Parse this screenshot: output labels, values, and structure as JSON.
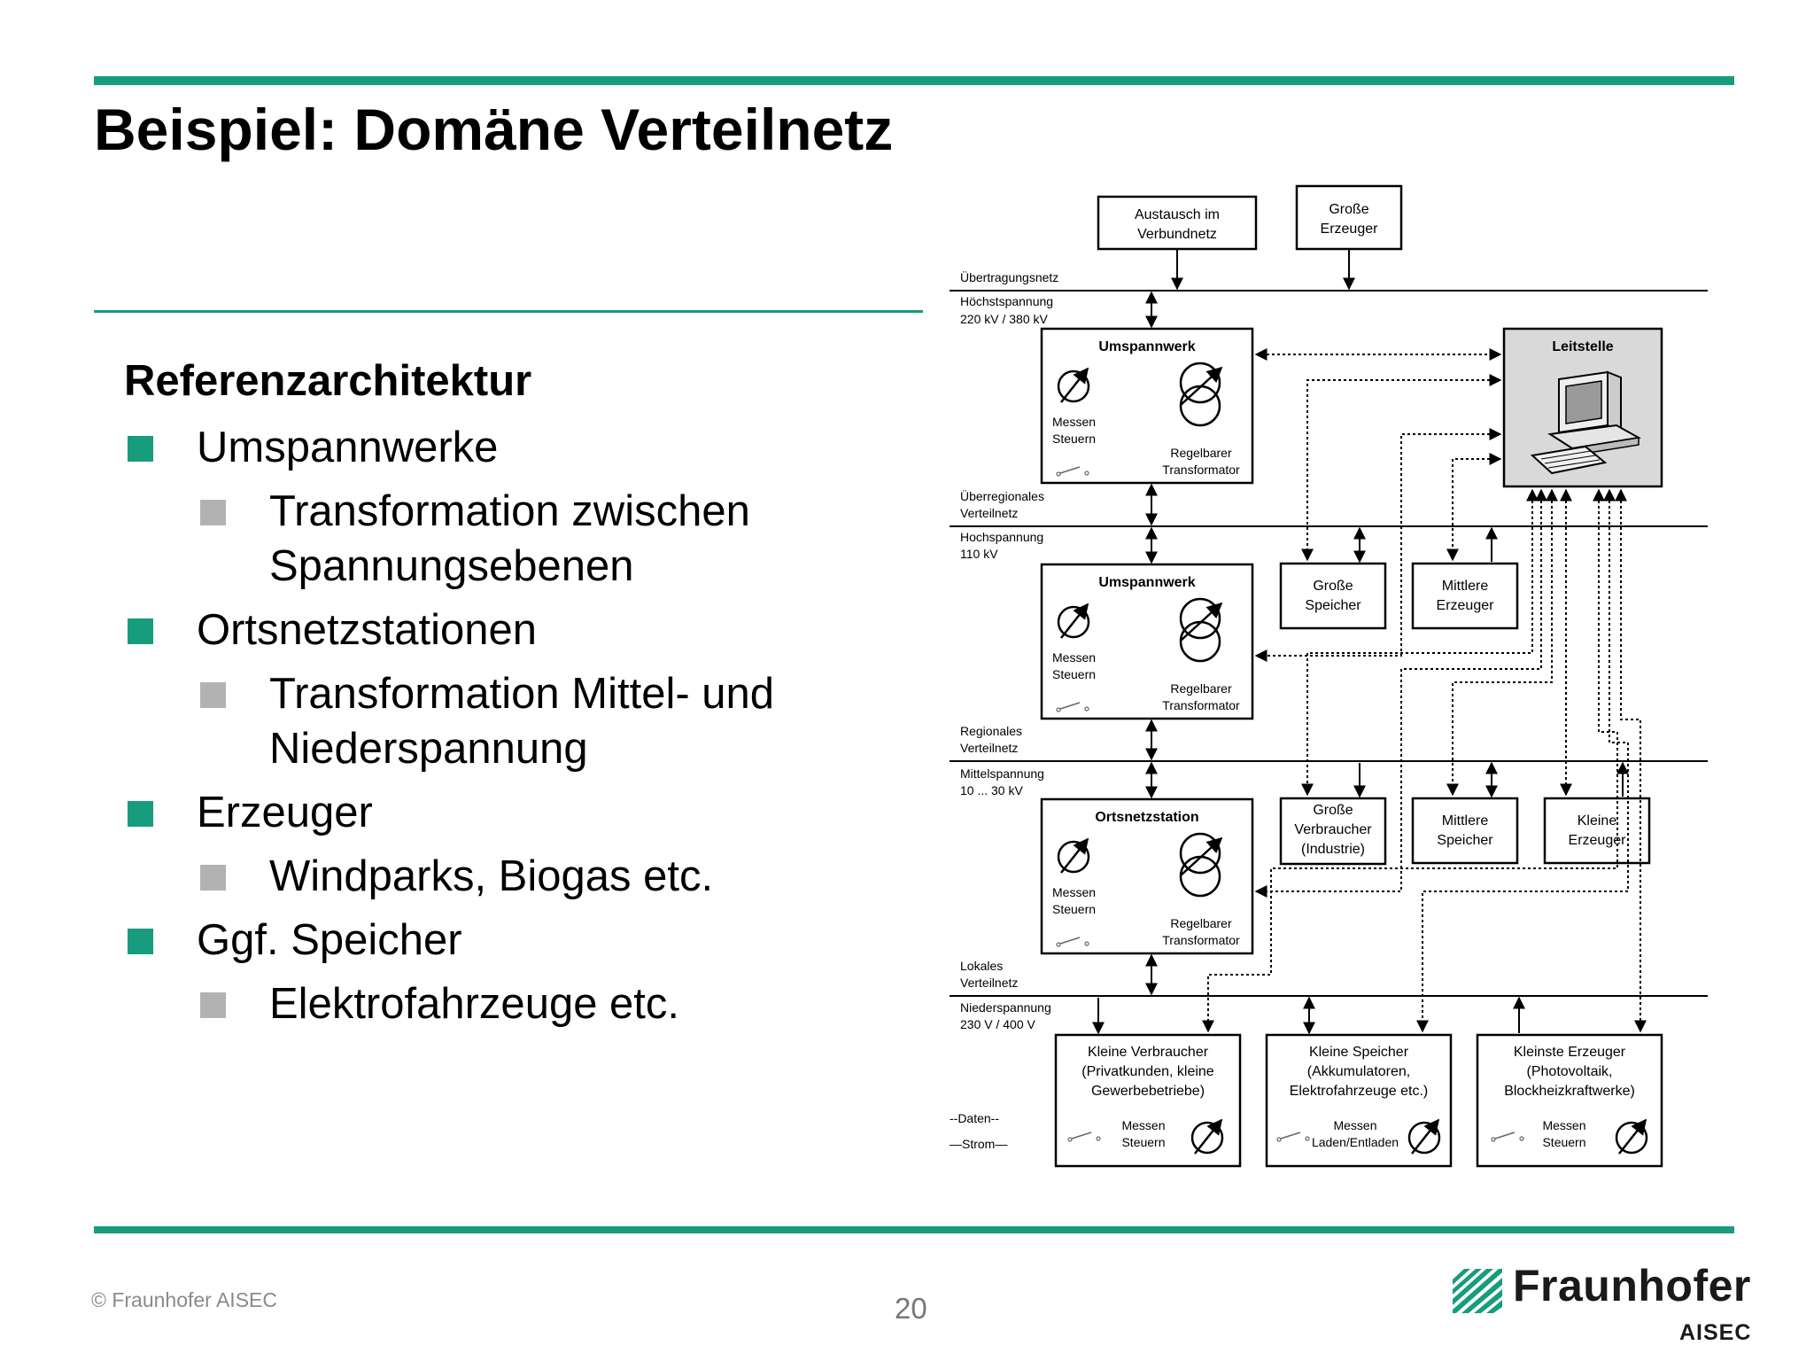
{
  "slide": {
    "title": "Beispiel: Domäne Verteilnetz",
    "section_heading": "Referenzarchitektur",
    "bullets": [
      {
        "text": "Umspannwerke",
        "sub": [
          "Transformation zwischen Spannungsebenen"
        ]
      },
      {
        "text": "Ortsnetzstationen",
        "sub": [
          "Transformation Mittel- und Niederspannung"
        ]
      },
      {
        "text": "Erzeuger",
        "sub": [
          "Windparks, Biogas etc."
        ]
      },
      {
        "text": "Ggf. Speicher",
        "sub": [
          "Elektrofahrzeuge etc."
        ]
      }
    ],
    "footer_copyright": "© Fraunhofer AISEC",
    "page_number": "20",
    "logo_word": "Fraunhofer",
    "logo_sub": "AISEC"
  },
  "diagram": {
    "top_boxes": {
      "austausch": [
        "Austausch im",
        "Verbundnetz"
      ],
      "grosse_erzeuger": [
        "Große",
        "Erzeuger"
      ]
    },
    "levels": {
      "l1_upper": "Übertragungsnetz",
      "l1_lower": [
        "Höchstspannung",
        "220 kV / 380 kV"
      ],
      "l2_upper": [
        "Überregionales",
        "Verteilnetz"
      ],
      "l2_lower": [
        "Hochspannung",
        "110 kV"
      ],
      "l3_upper": [
        "Regionales",
        "Verteilnetz"
      ],
      "l3_lower": [
        "Mittelspannung",
        "10 ... 30 kV"
      ],
      "l4_upper": [
        "Lokales",
        "Verteilnetz"
      ],
      "l4_lower": [
        "Niederspannung",
        "230 V / 400 V"
      ]
    },
    "stations": {
      "uw1_title": "Umspannwerk",
      "uw2_title": "Umspannwerk",
      "ons_title": "Ortsnetzstation",
      "messen": "Messen",
      "steuern": "Steuern",
      "regelbarer": "Regelbarer",
      "transformator": "Transformator"
    },
    "leitstelle": "Leitstelle",
    "mid_boxes": {
      "grosse_speicher": [
        "Große",
        "Speicher"
      ],
      "mittlere_erzeuger": [
        "Mittlere",
        "Erzeuger"
      ],
      "grosse_verbraucher": [
        "Große",
        "Verbraucher",
        "(Industrie)"
      ],
      "mittlere_speicher": [
        "Mittlere",
        "Speicher"
      ],
      "kleine_erzeuger": [
        "Kleine",
        "Erzeuger"
      ]
    },
    "bottom_boxes": {
      "kleine_verbraucher": [
        "Kleine Verbraucher",
        "(Privatkunden, kleine",
        "Gewerbebetriebe)"
      ],
      "kleine_verbraucher_ctl": [
        "Messen",
        "Steuern"
      ],
      "kleine_speicher": [
        "Kleine Speicher",
        "(Akkumulatoren,",
        "Elektrofahrzeuge etc.)"
      ],
      "kleine_speicher_ctl": [
        "Messen",
        "Laden/Entladen"
      ],
      "kleinste_erzeuger": [
        "Kleinste Erzeuger",
        "(Photovoltaik,",
        "Blockheizkraftwerke)"
      ],
      "kleinste_erzeuger_ctl": [
        "Messen",
        "Steuern"
      ]
    },
    "legend": {
      "daten": "--Daten--",
      "strom": "—Strom—"
    }
  }
}
